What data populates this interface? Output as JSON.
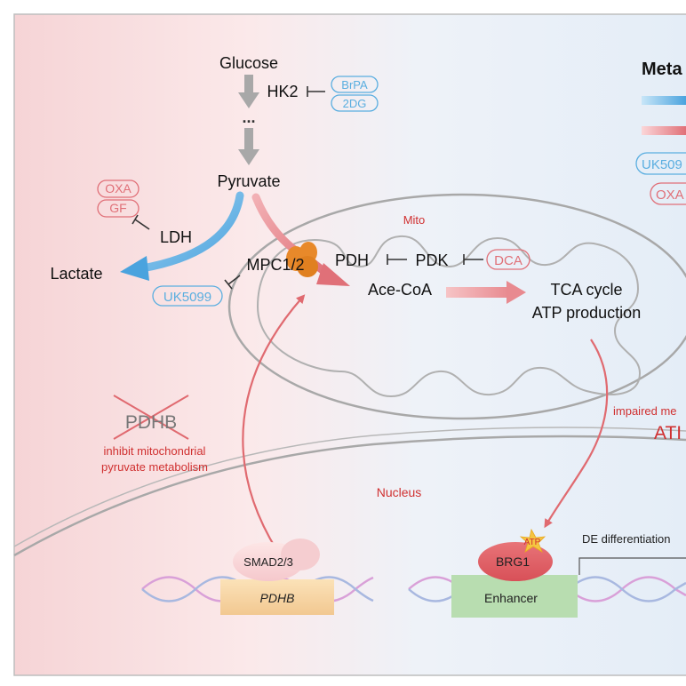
{
  "pathway": {
    "glucose": "Glucose",
    "hk2": "HK2",
    "ellipsis": "...",
    "pyruvate": "Pyruvate",
    "ldh": "LDH",
    "lactate": "Lactate",
    "mpc": "MPC1/2",
    "pdh": "PDH",
    "pdk": "PDK",
    "acecoa": "Ace-CoA",
    "tca_line1": "TCA cycle",
    "tca_line2": "ATP production"
  },
  "inhibitors": {
    "brpa": "BrPA",
    "twodg": "2DG",
    "oxa": "OXA",
    "gf": "GF",
    "uk5099": "UK5099",
    "dca": "DCA"
  },
  "compartments": {
    "mito": "Mito",
    "nucleus": "Nucleus"
  },
  "knockout": {
    "gene": "PDHB",
    "caption_line1": "inhibit mitochondrial",
    "caption_line2": "pyruvate metabolism"
  },
  "nuclear": {
    "smad": "SMAD2/3",
    "pdhb_gene": "PDHB",
    "brg1": "BRG1",
    "atp": "ATP",
    "enhancer": "Enhancer",
    "de_diff": "DE differentiation"
  },
  "legend": {
    "title": "Meta",
    "uk5099": "UK509",
    "oxa": "OXA"
  },
  "right_text": {
    "impaired": "impaired me",
    "atp": "ATI"
  },
  "colors": {
    "blue": "#5aaee0",
    "red_arrow": "#e07070",
    "red_text": "#d03030",
    "gray_arrow": "#a8a8a8",
    "mito_outline": "#a8a8a8",
    "mpc_orange": "#e8892a"
  }
}
